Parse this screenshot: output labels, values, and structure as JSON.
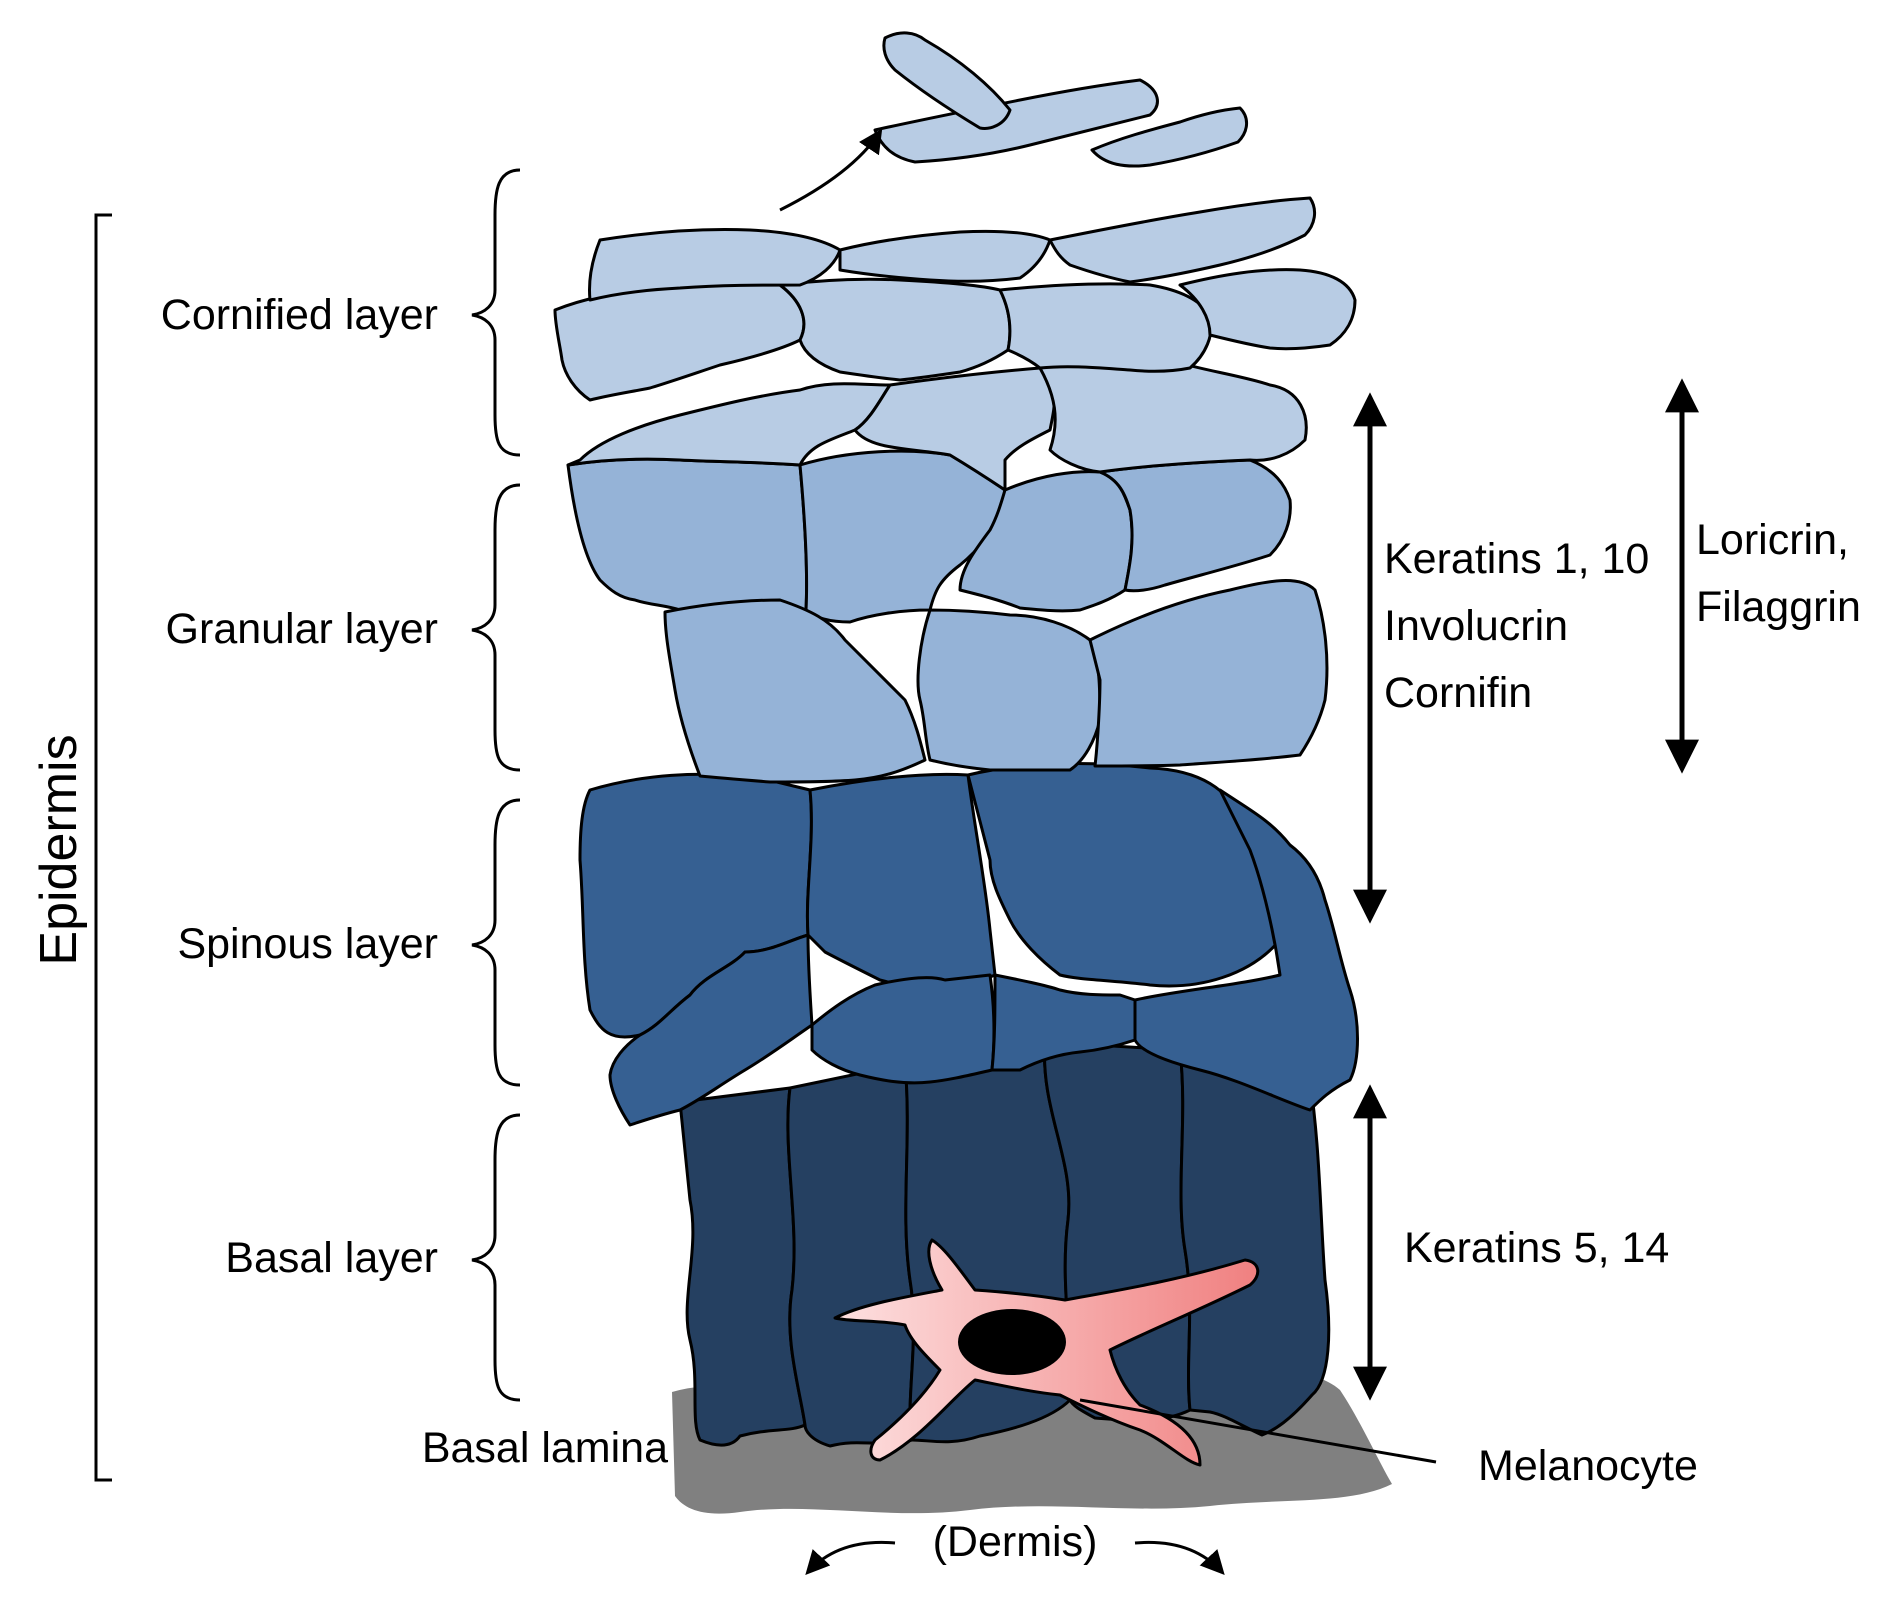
{
  "colors": {
    "cornified": "#b8cce4",
    "granular": "#95b3d7",
    "spinous": "#366092",
    "basal": "#254061",
    "lamina": "#808080",
    "melanocyte_light": "#fde0e0",
    "melanocyte_dark": "#f08080",
    "nucleus": "#000000"
  },
  "labels": {
    "epidermis": "Epidermis",
    "cornified": "Cornified layer",
    "granular": "Granular layer",
    "spinous": "Spinous layer",
    "basal": "Basal layer",
    "basal_lamina": "Basal lamina",
    "melanocyte": "Melanocyte",
    "dermis": "(Dermis)"
  },
  "markers": {
    "upper": [
      "Keratins 1, 10",
      "Involucrin",
      "Cornifin"
    ],
    "loricrin": [
      "Loricrin,",
      "Filaggrin"
    ],
    "basal": "Keratins 5, 14"
  }
}
